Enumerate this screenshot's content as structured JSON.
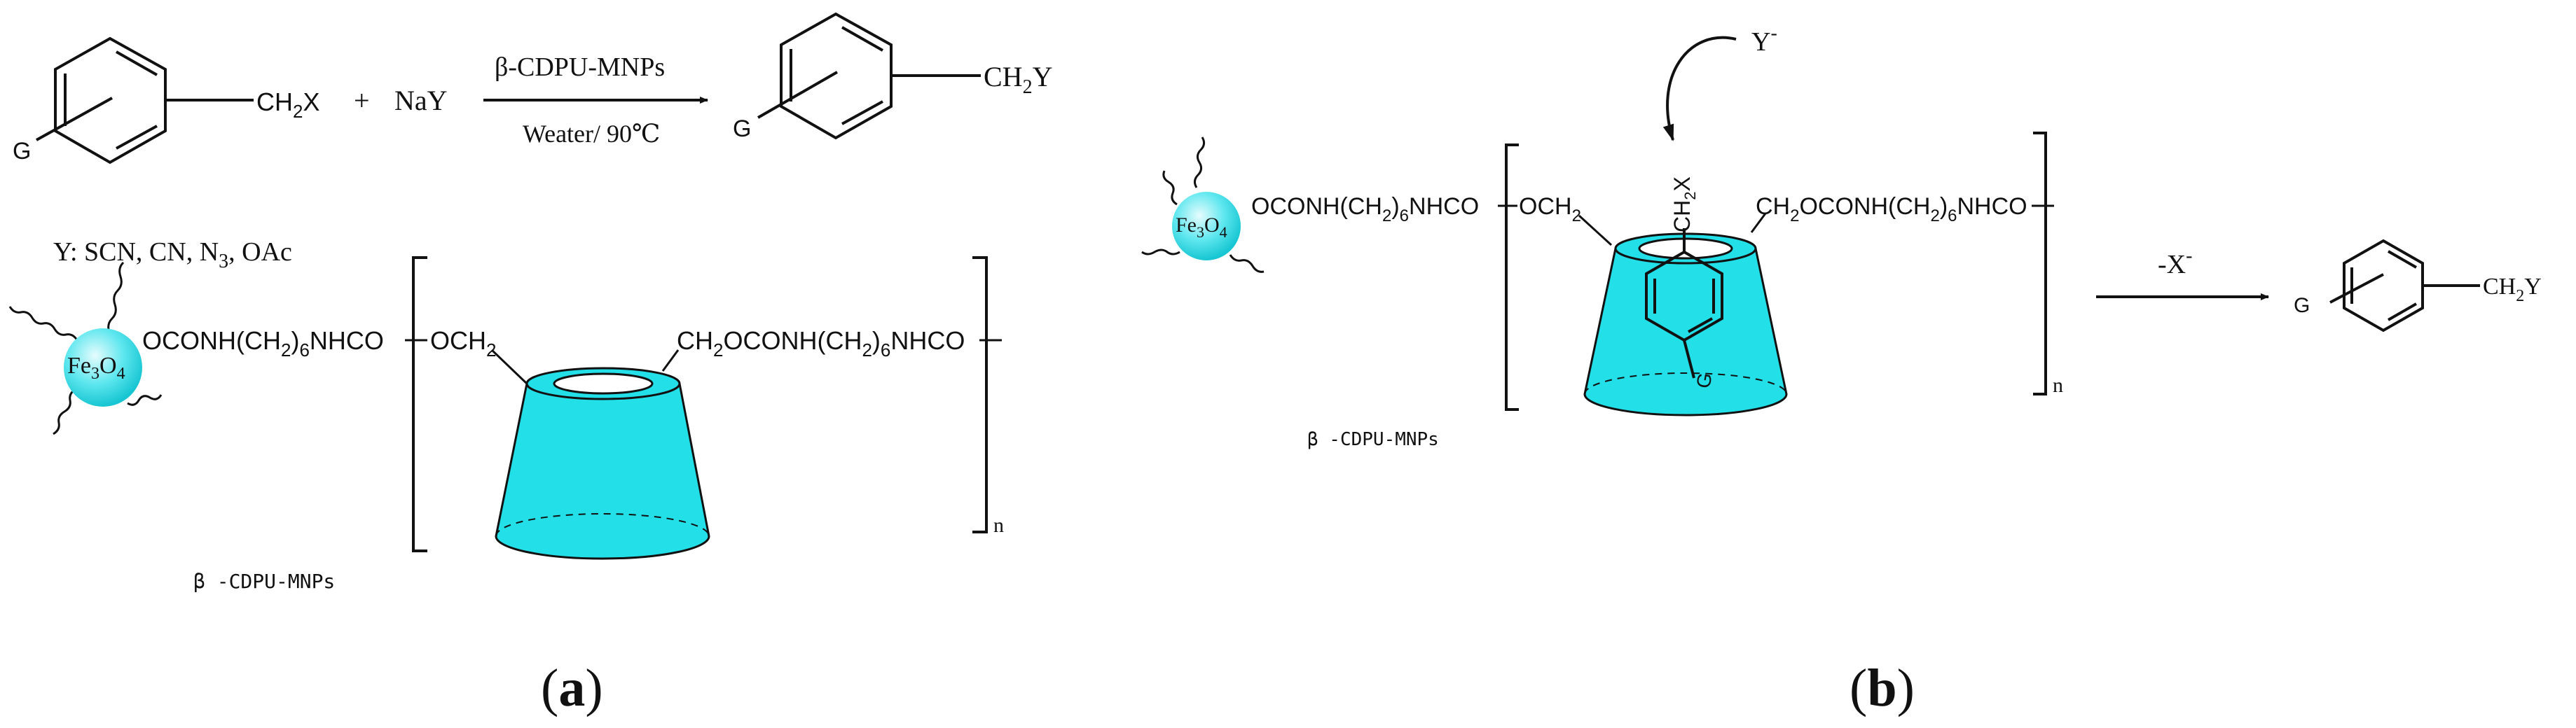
{
  "colors": {
    "cyan": "#22dfe8",
    "cyan_light": "#a8f4f8",
    "ink": "#111111"
  },
  "panel_a": {
    "reactant_sub": "CH",
    "reactant_sub2": "2",
    "reactant_sub3": "X",
    "ring_label_g": "G",
    "plus": "+",
    "reagent": "NaY",
    "catalyst": "β-CDPU-MNPs",
    "conditions": "Weater/ 90℃",
    "product_ch": "CH",
    "product_2": "2",
    "product_y": "Y",
    "product_g": "G",
    "y_list": {
      "a": "Y: SCN, CN, N",
      "b": "3",
      "c": ", OAc"
    },
    "mnp": {
      "fe": "Fe",
      "fe_sub": "3",
      "o": "O",
      "o_sub": "4"
    },
    "chain_left": {
      "a": "OCONH(CH",
      "b": "2",
      "c": ")",
      "d": "6",
      "e": "NHCO"
    },
    "och2": {
      "a": "OCH",
      "b": "2"
    },
    "chain_right": {
      "a": "CH",
      "b": "2",
      "c": "OCONH(CH",
      "d": "2",
      "e": ")",
      "f": "6",
      "g": "NHCO"
    },
    "repeat_n": "n",
    "caption": "β -CDPU-MNPs",
    "label_open": "(",
    "label_letter": "a",
    "label_close": ")"
  },
  "panel_b": {
    "nucleophile": "Y",
    "nucleophile_charge": "-",
    "mnp": {
      "fe": "Fe",
      "fe_sub": "3",
      "o": "O",
      "o_sub": "4"
    },
    "chain_left": {
      "a": "OCONH(CH",
      "b": "2",
      "c": ")",
      "d": "6",
      "e": "NHCO"
    },
    "och2": {
      "a": "OCH",
      "b": "2"
    },
    "guest_group": {
      "a": "CH",
      "b": "2",
      "c": "X"
    },
    "guest_g": "G",
    "chain_right": {
      "a": "CH",
      "b": "2",
      "c": "OCONH(CH",
      "d": "2",
      "e": ")",
      "f": "6",
      "g": "NHCO"
    },
    "repeat_n": "n",
    "caption": "β -CDPU-MNPs",
    "leaving": "-X",
    "leaving_charge": "-",
    "product_ch": "CH",
    "product_2": "2",
    "product_y": "Y",
    "product_g": "G",
    "label_open": "(",
    "label_letter": "b",
    "label_close": ")"
  }
}
